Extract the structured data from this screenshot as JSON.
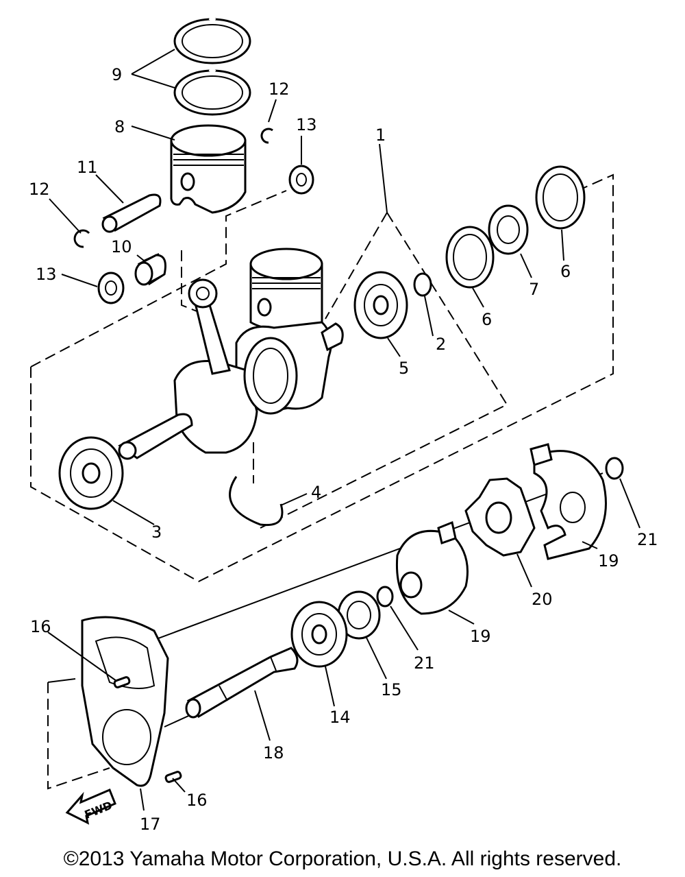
{
  "diagram": {
    "labels": {
      "p1": "1",
      "p2": "2",
      "p3": "3",
      "p4": "4",
      "p5": "5",
      "p6a": "6",
      "p6b": "6",
      "p7": "7",
      "p8": "8",
      "p9": "9",
      "p10": "10",
      "p11": "11",
      "p12a": "12",
      "p12b": "12",
      "p13a": "13",
      "p13b": "13",
      "p14": "14",
      "p15": "15",
      "p16a": "16",
      "p16b": "16",
      "p17": "17",
      "p18": "18",
      "p19a": "19",
      "p19b": "19",
      "p20": "20",
      "p21a": "21",
      "p21b": "21"
    },
    "fwd_text": "FWD"
  },
  "copyright": "©2013 Yamaha Motor Corporation, U.S.A. All rights reserved."
}
